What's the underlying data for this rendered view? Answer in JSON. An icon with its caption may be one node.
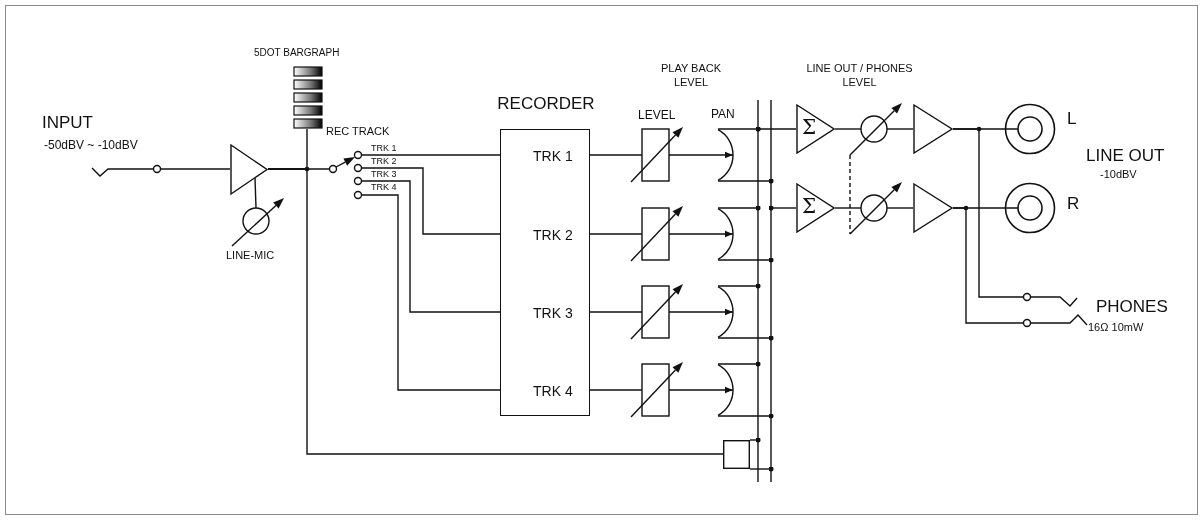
{
  "diagram": {
    "nodes": [
      {
        "text": [],
        "shape": "jack",
        "beside": [
          "INPUT",
          "-50dBV ~ -10dBV"
        ]
      },
      {
        "text": [],
        "shape": "triangle"
      },
      {
        "text": [],
        "shape": "circle",
        "beside": [
          "LINE-MIC"
        ]
      },
      {
        "text": [],
        "shape": "bargraph",
        "beside": [
          "5DOT BARGRAPH"
        ]
      },
      {
        "text": [],
        "shape": "switch",
        "beside": [
          "REC TRACK",
          "TRK 1",
          "TRK 2",
          "TRK 3",
          "TRK 4"
        ]
      },
      {
        "text": [
          "RECORDER",
          "TRK 1",
          "TRK 2",
          "TRK 3",
          "TRK 4"
        ]
      },
      {
        "text": [],
        "shape": "box",
        "beside": [
          "LEVEL"
        ]
      },
      {
        "text": [],
        "shape": "box"
      },
      {
        "text": [],
        "shape": "box"
      },
      {
        "text": [],
        "shape": "box"
      },
      {
        "text": [],
        "shape": "arc",
        "beside": [
          "PAN"
        ]
      },
      {
        "text": [],
        "shape": "arc"
      },
      {
        "text": [],
        "shape": "arc"
      },
      {
        "text": [],
        "shape": "arc"
      },
      {
        "text": [],
        "shape": "box"
      },
      {
        "text": [],
        "shape": "bar"
      },
      {
        "text": [],
        "shape": "bar"
      },
      {
        "text": [
          "Σ"
        ]
      },
      {
        "text": [
          "Σ"
        ]
      },
      {
        "text": [],
        "shape": "circle"
      },
      {
        "text": [],
        "shape": "circle"
      },
      {
        "text": [],
        "shape": "triangle"
      },
      {
        "text": [],
        "shape": "triangle"
      },
      {
        "text": [],
        "shape": "circle",
        "beside": [
          "L"
        ]
      },
      {
        "text": [],
        "shape": "circle",
        "beside": [
          "R"
        ]
      },
      {
        "text": [],
        "shape": "jack",
        "beside": [
          "PHONES",
          "16Ω 10mW"
        ]
      }
    ],
    "edges": [
      {
        "from": 0,
        "to": 1,
        "arrow": "none"
      },
      {
        "from": 2,
        "to": 1,
        "arrow": "none"
      },
      {
        "from": 1,
        "to": 3,
        "arrow": "none"
      },
      {
        "from": 1,
        "to": 4,
        "arrow": "none"
      },
      {
        "from": 1,
        "to": 14,
        "arrow": "none"
      },
      {
        "from": 4,
        "to": 5,
        "arrow": "none"
      },
      {
        "from": 4,
        "to": 5,
        "arrow": "none"
      },
      {
        "from": 4,
        "to": 5,
        "arrow": "none"
      },
      {
        "from": 4,
        "to": 5,
        "arrow": "none"
      },
      {
        "from": 5,
        "to": 6,
        "arrow": "none"
      },
      {
        "from": 5,
        "to": 7,
        "arrow": "none"
      },
      {
        "from": 5,
        "to": 8,
        "arrow": "none"
      },
      {
        "from": 5,
        "to": 9,
        "arrow": "none"
      },
      {
        "from": 6,
        "to": 10,
        "arrow": "to"
      },
      {
        "from": 7,
        "to": 11,
        "arrow": "to"
      },
      {
        "from": 8,
        "to": 12,
        "arrow": "to"
      },
      {
        "from": 9,
        "to": 13,
        "arrow": "to"
      },
      {
        "from": 10,
        "to": 15,
        "arrow": "other"
      },
      {
        "from": 10,
        "to": 16,
        "arrow": "other"
      },
      {
        "from": 11,
        "to": 15,
        "arrow": "other"
      },
      {
        "from": 11,
        "to": 16,
        "arrow": "other"
      },
      {
        "from": 12,
        "to": 15,
        "arrow": "other"
      },
      {
        "from": 12,
        "to": 16,
        "arrow": "other"
      },
      {
        "from": 13,
        "to": 15,
        "arrow": "other"
      },
      {
        "from": 13,
        "to": 16,
        "arrow": "other"
      },
      {
        "from": 14,
        "to": 15,
        "arrow": "other"
      },
      {
        "from": 14,
        "to": 16,
        "arrow": "other"
      },
      {
        "from": 17,
        "to": 15,
        "arrow": "other"
      },
      {
        "from": 18,
        "to": 16,
        "arrow": "other"
      },
      {
        "from": 17,
        "to": 19,
        "arrow": "none"
      },
      {
        "from": 18,
        "to": 20,
        "arrow": "none"
      },
      {
        "from": 19,
        "to": 21,
        "arrow": "none"
      },
      {
        "from": 20,
        "to": 22,
        "arrow": "none"
      },
      {
        "from": 21,
        "to": 23,
        "arrow": "none"
      },
      {
        "from": 22,
        "to": 24,
        "arrow": "none"
      },
      {
        "from": 21,
        "to": 25,
        "arrow": "none"
      },
      {
        "from": 22,
        "to": 25,
        "arrow": "none"
      },
      {
        "from": 19,
        "to": 20,
        "arrow": "none",
        "style": "dashed"
      }
    ],
    "labels": [
      "PLAY BACK LEVEL",
      "LINE OUT / PHONES LEVEL",
      "LINE OUT",
      "-10dBV"
    ]
  }
}
